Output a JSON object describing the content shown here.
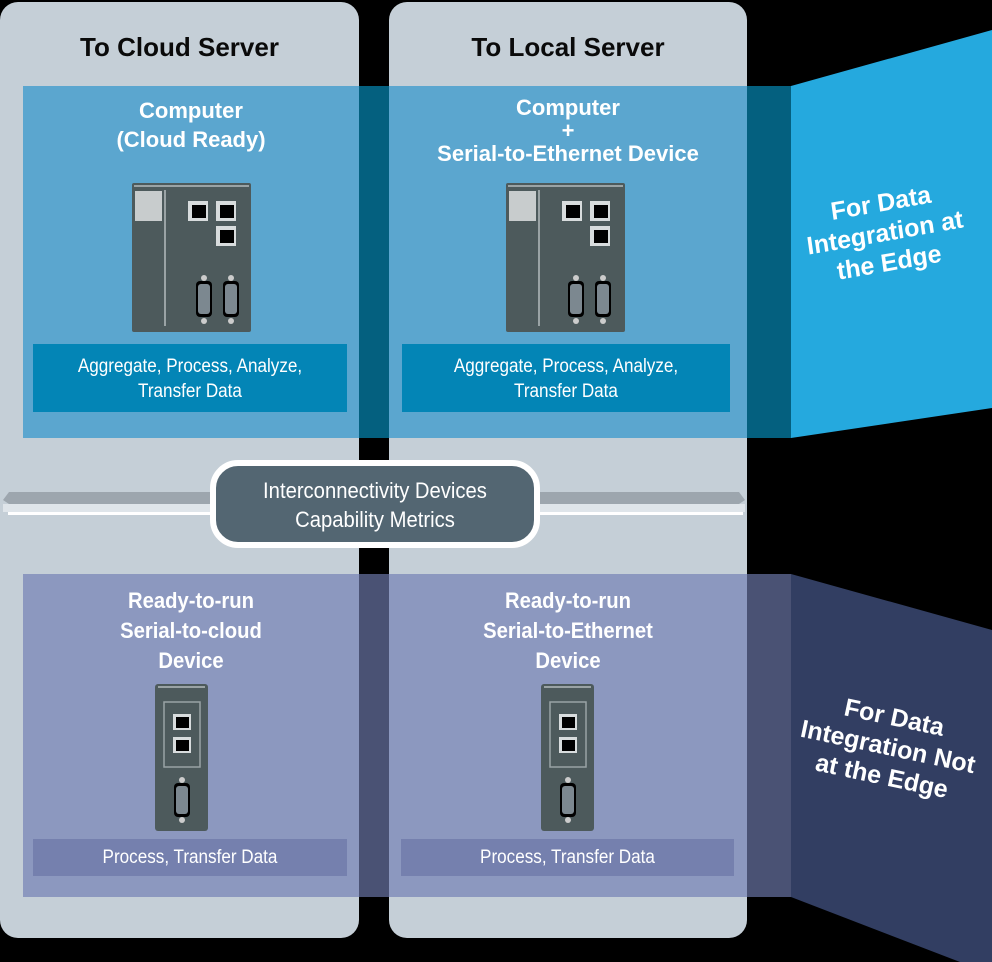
{
  "columns": [
    {
      "title": "To Cloud Server"
    },
    {
      "title": "To Local Server"
    }
  ],
  "rows": {
    "edge": {
      "side_label": [
        "For Data",
        "Integration at",
        "the Edge"
      ],
      "color": "#25a9de",
      "cells": [
        {
          "title_lines": [
            "Computer",
            "(Cloud Ready)"
          ],
          "device": "computer-with-ethernet-and-serial-ports",
          "function_lines": [
            "Aggregate, Process, Analyze,",
            "Transfer Data"
          ]
        },
        {
          "title_lines": [
            "Computer",
            "+",
            "Serial-to-Ethernet Device"
          ],
          "device": "computer-with-ethernet-and-serial-ports",
          "function_lines": [
            "Aggregate, Process, Analyze,",
            "Transfer Data"
          ]
        }
      ]
    },
    "not_edge": {
      "side_label": [
        "For Data",
        "Integration Not",
        "at the Edge"
      ],
      "color": "#323e62",
      "cells": [
        {
          "title_lines": [
            "Ready-to-run",
            "Serial-to-cloud",
            "Device"
          ],
          "device": "serial-device-server",
          "function_lines": [
            "Process, Transfer Data"
          ]
        },
        {
          "title_lines": [
            "Ready-to-run",
            "Serial-to-Ethernet",
            "Device"
          ],
          "device": "serial-device-server",
          "function_lines": [
            "Process, Transfer Data"
          ]
        }
      ]
    }
  },
  "center": {
    "lines": [
      "Interconnectivity Devices",
      "Capability Metrics"
    ]
  }
}
